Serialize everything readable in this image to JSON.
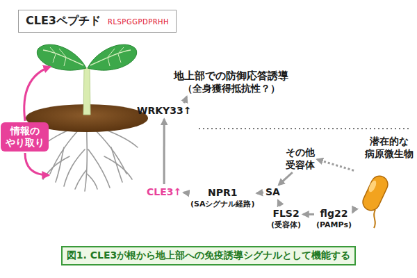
{
  "diagram": {
    "caption": "図1. CLE3が根から地上部への免疫誘導シグナルとして機能する",
    "nodes": [
      {
        "text": [
          "CLE3ペプチド",
          "RLSPGGPDPRHH"
        ]
      },
      {
        "text": [
          "情報の やり取り"
        ]
      },
      {
        "text": [
          "地上部での防御応答誘導",
          "（全身獲得抵抗性？）"
        ]
      },
      {
        "text": [
          "WRKY33↑"
        ]
      },
      {
        "text": [
          "その他 受容体"
        ]
      },
      {
        "text": [
          "潜在的な 病原微生物"
        ]
      },
      {
        "text": [
          "CLE3↑"
        ]
      },
      {
        "text": [
          "NPR1",
          "(SAシグナル経路)"
        ]
      },
      {
        "text": [
          "SA"
        ]
      },
      {
        "text": [
          "FLS2",
          "(受容体)"
        ]
      },
      {
        "text": [
          "flg22",
          "(PAMPs)"
        ]
      }
    ],
    "edges": [
      {
        "from": 6,
        "to": 3,
        "arrow": "to"
      },
      {
        "from": 3,
        "to": 2,
        "arrow": "to"
      },
      {
        "from": 7,
        "to": 6,
        "arrow": "to"
      },
      {
        "from": 8,
        "to": 7,
        "arrow": "to"
      },
      {
        "from": 4,
        "to": 8,
        "arrow": "to"
      },
      {
        "from": 9,
        "to": 8,
        "arrow": "to"
      },
      {
        "from": 10,
        "to": 9,
        "arrow": "to"
      },
      {
        "from": 5,
        "to": 10,
        "arrow": "to"
      },
      {
        "from": 5,
        "to": 4,
        "arrow": "to"
      }
    ]
  }
}
